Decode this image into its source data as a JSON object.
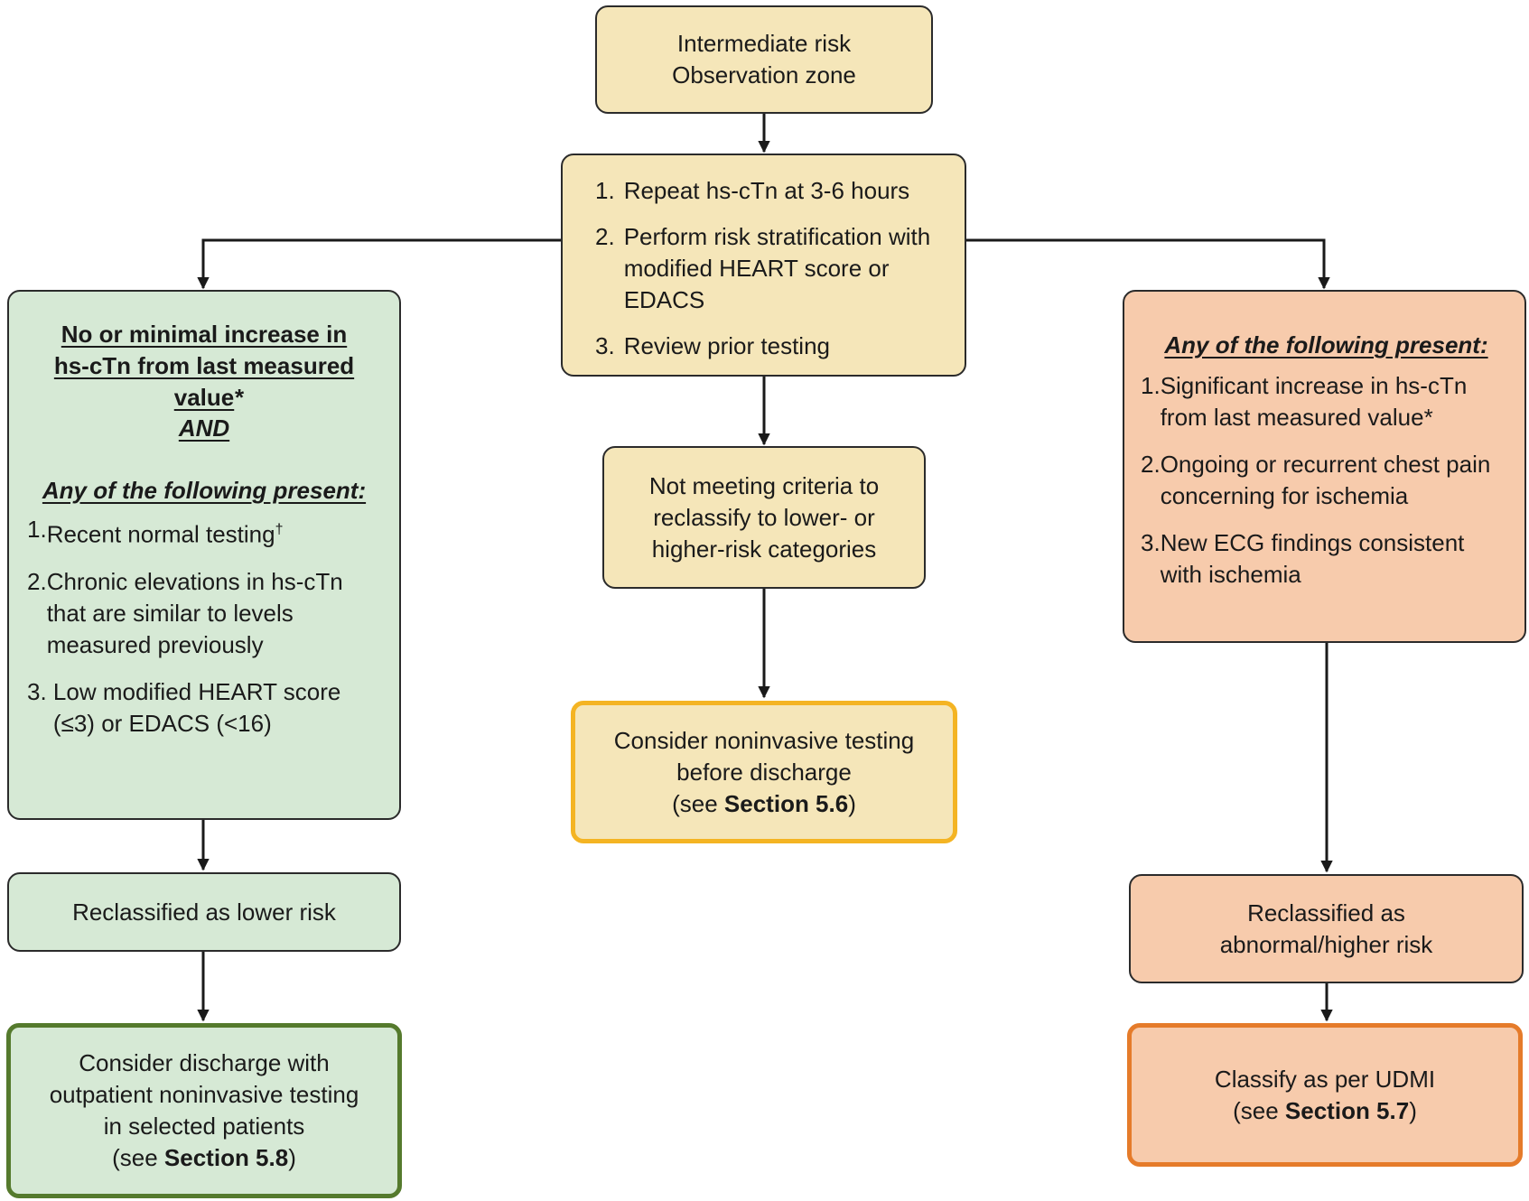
{
  "nodes": {
    "start": {
      "lines": [
        "Intermediate risk",
        "Observation zone"
      ]
    },
    "steps": {
      "items": [
        {
          "num": "1.",
          "text": "Repeat hs-cTn at 3-6 hours"
        },
        {
          "num": "2.",
          "text": "Perform risk stratification with modified HEART score or EDACS"
        },
        {
          "num": "3.",
          "text": "Review prior testing"
        }
      ]
    },
    "lower_criteria": {
      "header": "No or minimal increase in hs-cTn from last measured value",
      "header_mark": "*",
      "and": "AND",
      "any_label": "Any of the following present:",
      "items": [
        {
          "num": "1.",
          "text": "Recent normal testing",
          "mark": "†"
        },
        {
          "num": "2.",
          "text": "Chronic elevations in hs-cTn that are similar to levels measured previously",
          "mark": ""
        },
        {
          "num": "3. ",
          "text": "Low modified HEART score (≤3) or EDACS (<16)",
          "mark": ""
        }
      ]
    },
    "middle": {
      "lines": [
        "Not meeting criteria to",
        "reclassify to lower- or",
        "higher-risk categories"
      ]
    },
    "higher_criteria": {
      "any_label": "Any of the following present:",
      "items": [
        {
          "num": "1.",
          "text": "Significant increase in hs-cTn from last measured value*"
        },
        {
          "num": "2.",
          "text": "Ongoing or recurrent chest pain concerning for ischemia"
        },
        {
          "num": "3.",
          "text": "New ECG findings consistent with ischemia"
        }
      ]
    },
    "noninvasive": {
      "lines": [
        "Consider noninvasive testing",
        "before discharge"
      ],
      "see_prefix": "(see ",
      "see_section": "Section 5.6",
      "see_suffix": ")"
    },
    "lower_result": {
      "text": "Reclassified as lower risk"
    },
    "higher_result": {
      "lines": [
        "Reclassified as",
        "abnormal/higher risk"
      ]
    },
    "discharge": {
      "lines": [
        "Consider discharge with",
        "outpatient noninvasive testing",
        "in selected patients"
      ],
      "see_prefix": "(see ",
      "see_section": "Section 5.8",
      "see_suffix": ")"
    },
    "udmi": {
      "lines": [
        "Classify as per UDMI"
      ],
      "see_prefix": "(see ",
      "see_section": "Section 5.7",
      "see_suffix": ")"
    }
  }
}
